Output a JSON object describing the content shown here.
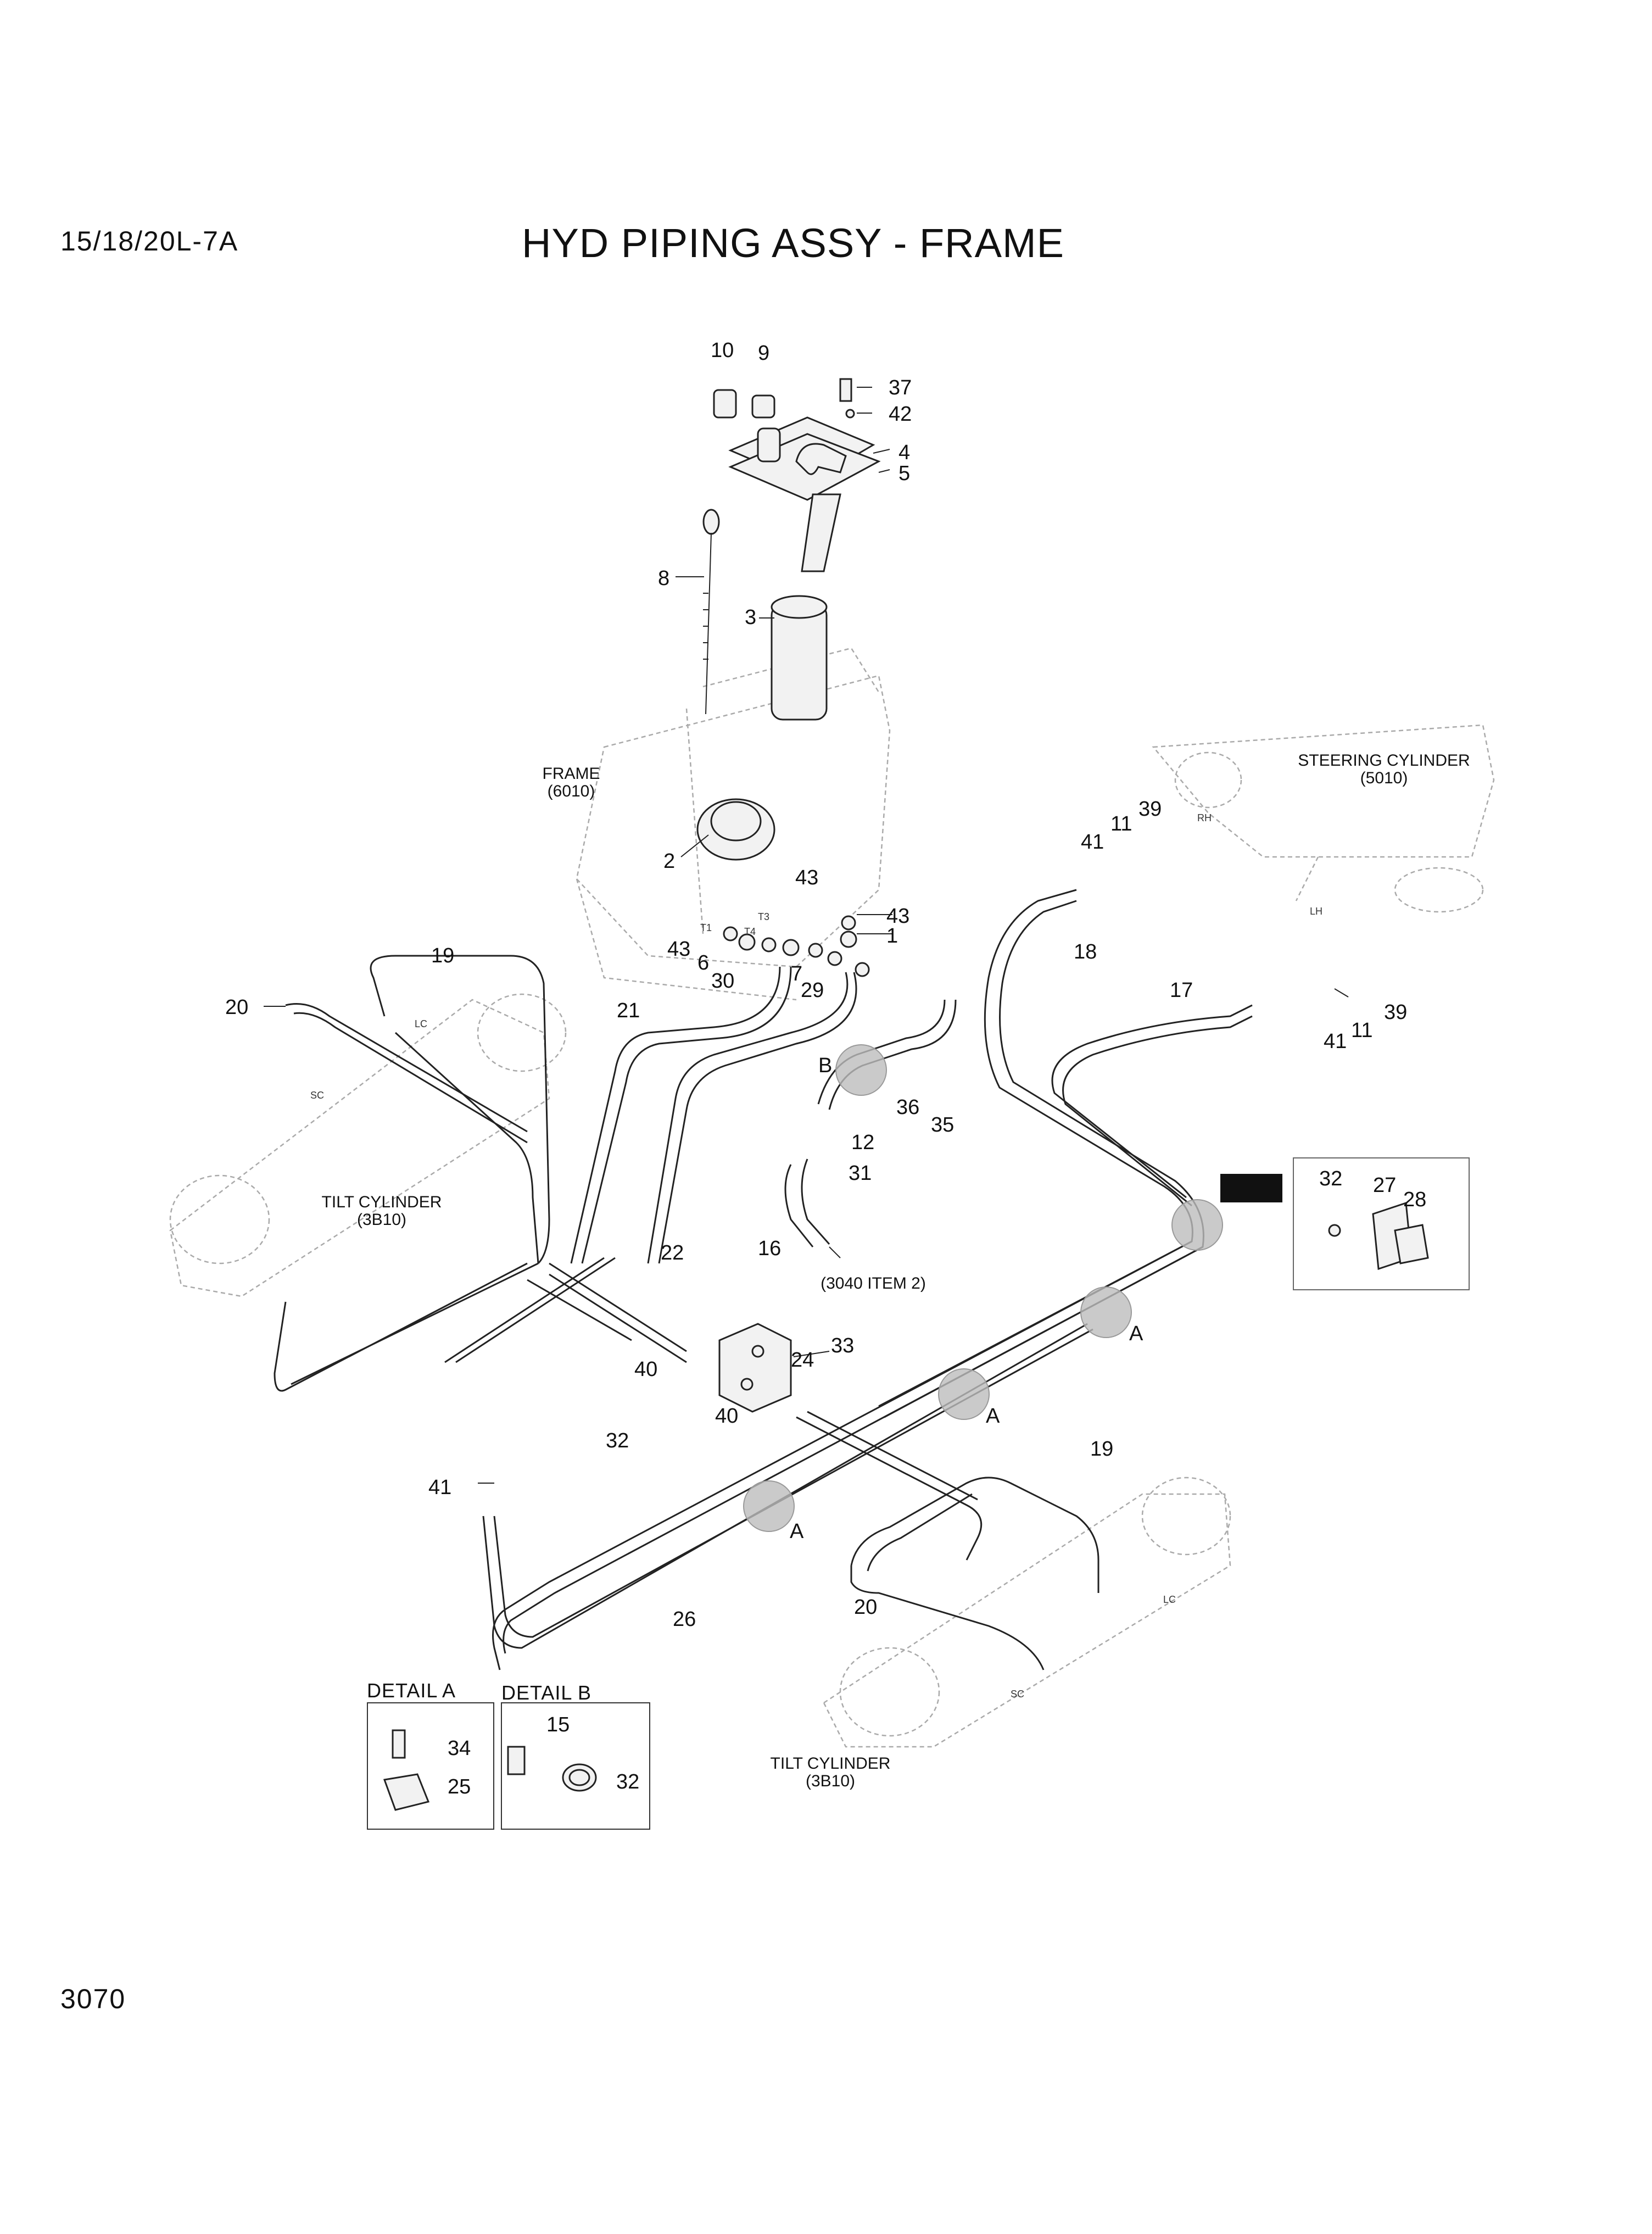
{
  "header": {
    "model": "15/18/20L-7A",
    "title": "HYD PIPING ASSY - FRAME"
  },
  "page_number": "3070",
  "labels": {
    "frame": "FRAME",
    "frame_ref": "(6010)",
    "steering_cyl": "STEERING CYLINDER",
    "steering_ref": "(5010)",
    "tilt_cyl_left": "TILT CYLINDER",
    "tilt_ref_left": "(3B10)",
    "tilt_cyl_bottom": "TILT CYLINDER",
    "tilt_ref_bottom": "(3B10)",
    "ref_3040": "(3040 ITEM 2)",
    "detail_a": "DETAIL A",
    "detail_b": "DETAIL B",
    "marker_a1": "A",
    "marker_a2": "A",
    "marker_a3": "A",
    "marker_b": "B",
    "tag_rh": "RH",
    "tag_lh": "LH",
    "tag_lc1": "LC",
    "tag_lc2": "LC",
    "tag_sc1": "SC",
    "tag_sc2": "SC",
    "tag_t1": "T1",
    "tag_t3": "T3",
    "tag_t4": "T4"
  },
  "callouts": {
    "c10": "10",
    "c9": "9",
    "c37": "37",
    "c42": "42",
    "c4": "4",
    "c5": "5",
    "c8": "8",
    "c3": "3",
    "c2": "2",
    "c43a": "43",
    "c43b": "43",
    "c43c": "43",
    "c1": "1",
    "c6": "6",
    "c7": "7",
    "c29": "29",
    "c30": "30",
    "c19a": "19",
    "c20a": "20",
    "c21": "21",
    "c22": "22",
    "c39a": "39",
    "c11a": "11",
    "c41a": "41",
    "c18": "18",
    "c17": "17",
    "c41b": "41",
    "c11b": "11",
    "c39b": "39",
    "c36": "36",
    "c35": "35",
    "c12": "12",
    "c31": "31",
    "c16": "16",
    "c33": "33",
    "c24": "24",
    "c40a": "40",
    "c40b": "40",
    "c32a": "32",
    "c27": "27",
    "c28": "28",
    "c32b": "32",
    "c41c": "41",
    "c26": "26",
    "c19b": "19",
    "c20b": "20",
    "c15": "15",
    "c34": "34",
    "c25": "25",
    "c32c": "32"
  }
}
